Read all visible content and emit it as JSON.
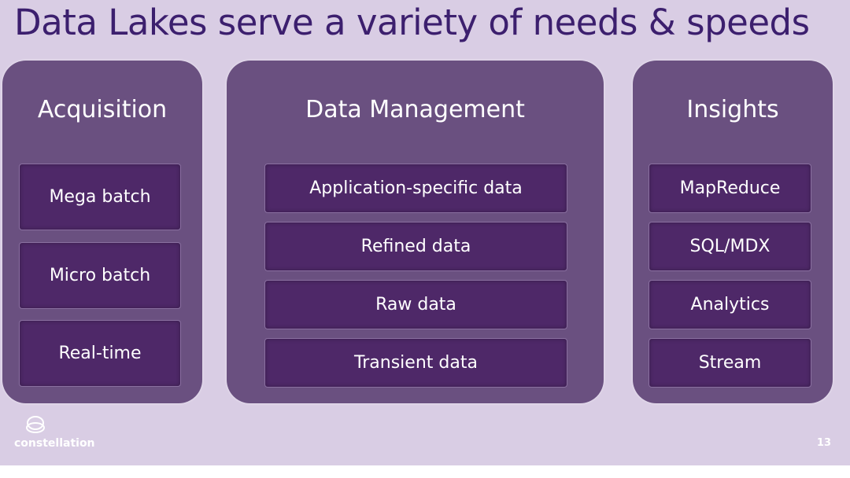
{
  "title": "Data Lakes serve a variety of needs & speeds",
  "panels": [
    {
      "heading": "Acquisition",
      "items": [
        "Mega batch",
        "Micro batch",
        "Real-time"
      ]
    },
    {
      "heading": "Data Management",
      "items": [
        "Application-specific data",
        "Refined data",
        "Raw data",
        "Transient data"
      ]
    },
    {
      "heading": "Insights",
      "items": [
        "MapReduce",
        "SQL/MDX",
        "Analytics",
        "Stream"
      ]
    }
  ],
  "logo": "constellation",
  "page_number": "13"
}
